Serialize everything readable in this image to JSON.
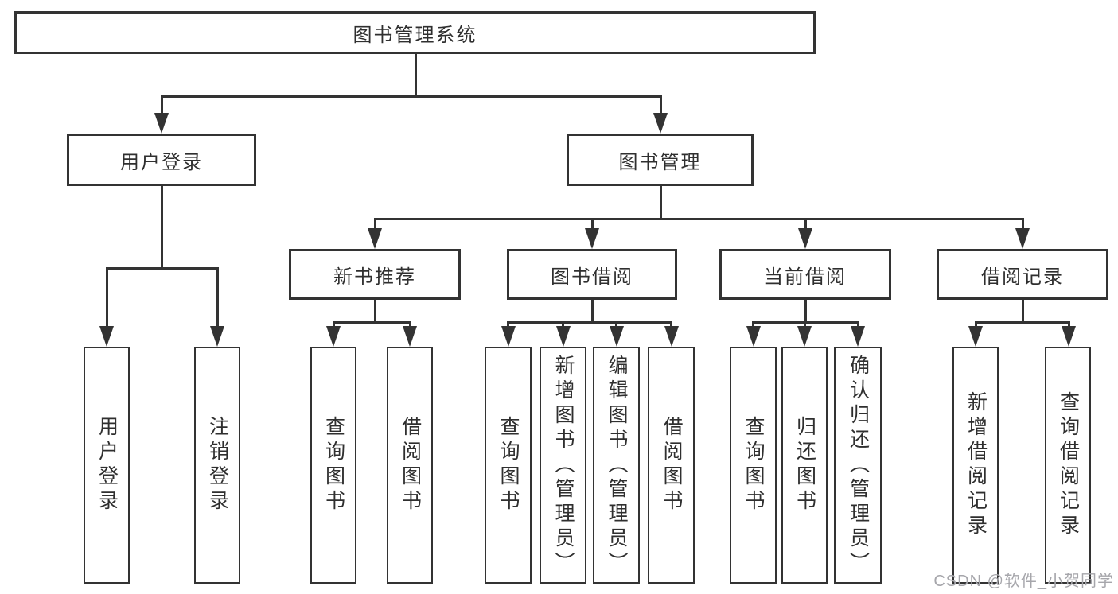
{
  "title": "图书管理系统",
  "nodes": {
    "user_login": "用户登录",
    "book_management": "图书管理",
    "new_book_recommend": "新书推荐",
    "book_borrowing": "图书借阅",
    "current_borrowing": "当前借阅",
    "borrowing_records": "借阅记录"
  },
  "leaves": {
    "user_login": [
      "用户登录",
      "注销登录"
    ],
    "new_book_recommend": [
      "查询图书",
      "借阅图书"
    ],
    "book_borrowing": [
      "查询图书",
      "新增图书（管理员）",
      "编辑图书（管理员）",
      "借阅图书"
    ],
    "current_borrowing": [
      "查询图书",
      "归还图书",
      "确认归还（管理员）"
    ],
    "borrowing_records": [
      "新增借阅记录",
      "查询借阅记录"
    ]
  },
  "watermark": "CSDN @软件_小贺同学",
  "colors": {
    "line": "#333333",
    "text": "#2f2f2f",
    "background": "#ffffff",
    "watermark": "#a6a6ab"
  }
}
